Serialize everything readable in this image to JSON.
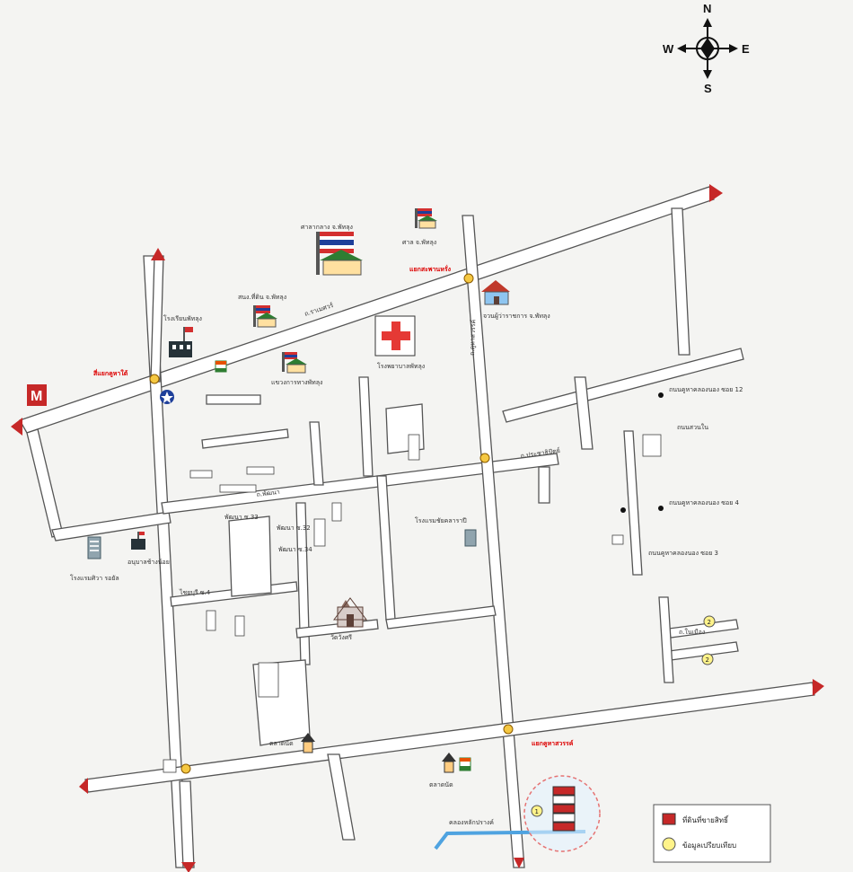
{
  "compass": {
    "n": "N",
    "s": "S",
    "e": "E",
    "w": "W"
  },
  "places": {
    "province_hall": "ศาลากลาง จ.พัทลุง",
    "court": "ศาล จ.พัทลุง",
    "land_office": "สนง.ที่ดิน จ.พัทลุง",
    "school": "โรงเรียนพัทลุง",
    "governor_residence": "จวนผู้ว่าราชการ จ.พัทลุง",
    "hospital": "โรงพยาบาลพัทลุง",
    "highway_office": "แขวงการทางพัทลุง",
    "hotel_left": "โรงแรมศิวา รอยัล",
    "monument": "อนุบาลช้างน้อย",
    "hotel_center": "โรงแรมชัยคลาราปี",
    "temple": "วัดวังศรี",
    "market1": "ตลาดนัด",
    "market2": "ตลาดนัด"
  },
  "intersections": {
    "left": "สี่แยกคูหาใต้",
    "center": "แยกสะพานหรั่ง",
    "bottom": "แยกคูหาสวรรค์"
  },
  "roads": {
    "main_road": "ถ.ราเมศวร์",
    "kuhasawan": "ถ.คูหาสวรรค์",
    "pattana": "ถ.พัฒนา",
    "pattana_33": "พัฒนา ซ.33",
    "pattana_32": "พัฒนา ซ.32",
    "pattana_34": "พัฒนา ซ.34",
    "chaiburi": "ไชยบุรี ซ.4",
    "prachatipat": "ถ.ประชาธิปัตย์",
    "soi_a": "ถนนคูหาคลองนอง ซอย 12",
    "soi_b": "ถนนคูหาคลองนอง ซอย 4",
    "soi_c": "ถนนคูหาคลองนอง ซอย 3",
    "soi_d": "ถนนสวนใน",
    "soi_e": "ถ.ในเมือง",
    "canal": "คลองหลักปรางค์"
  },
  "legend": {
    "sale_area": "ที่ดินที่ขายสิทธิ์",
    "info_points": "ข้อมูลเปรียบเทียบ"
  },
  "markers": {
    "m1": "1",
    "m2": "2",
    "m3": "2"
  },
  "colors": {
    "road_stroke": "#555555",
    "accent_red": "#c62828",
    "canal": "#4fa3e0",
    "marker_yellow": "#fff38a"
  }
}
